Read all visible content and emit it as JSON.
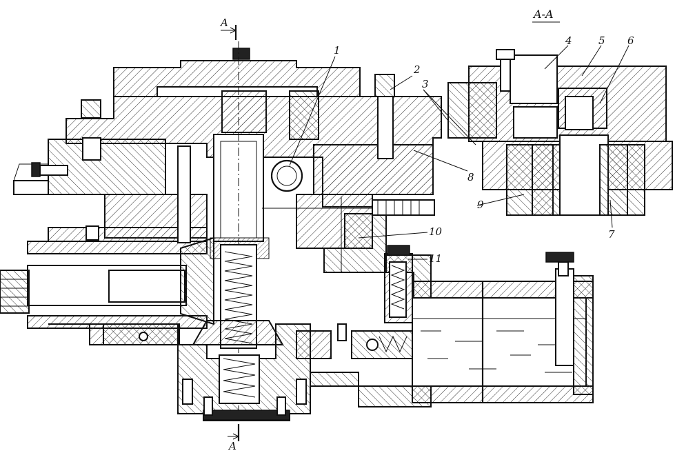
{
  "section_title": "A-A",
  "section_marks": {
    "top": "A",
    "bottom": "A"
  },
  "callouts": [
    {
      "id": "c1",
      "text": "1"
    },
    {
      "id": "c2",
      "text": "2"
    },
    {
      "id": "c3",
      "text": "3"
    },
    {
      "id": "c4",
      "text": "4"
    },
    {
      "id": "c5",
      "text": "5"
    },
    {
      "id": "c6",
      "text": "6"
    },
    {
      "id": "c7",
      "text": "7"
    },
    {
      "id": "c8",
      "text": "8"
    },
    {
      "id": "c9",
      "text": "9"
    },
    {
      "id": "c10",
      "text": "10"
    },
    {
      "id": "c11",
      "text": "11"
    }
  ]
}
